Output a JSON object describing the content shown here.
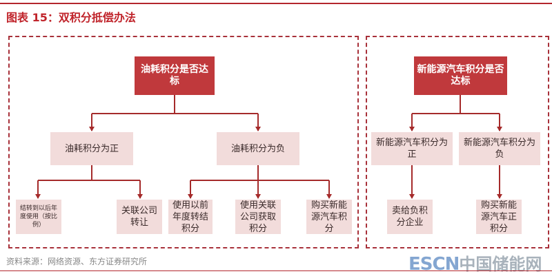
{
  "title": "图表 15：双积分抵偿办法",
  "left_panel": {
    "root": "油耗积分是否达标",
    "positive": "油耗积分为正",
    "negative": "油耗积分为负",
    "positive_leaves": [
      "结转到以后年度使用（按比例）",
      "关联公司转让"
    ],
    "negative_leaves": [
      "使用以前年度转结积分",
      "使用关联公司获取积分",
      "购买新能源汽车积分"
    ]
  },
  "right_panel": {
    "root": "新能源汽车积分是否达标",
    "positive": "新能源汽车积分为正",
    "negative": "新能源汽车积分为负",
    "positive_leaf": "卖给负积分企业",
    "negative_leaf": "购买新能源汽车正积分"
  },
  "source": "资料来源：网络资源、东方证券研究所",
  "watermark": {
    "latin": "ESCN",
    "cn": "中国储能网"
  },
  "colors": {
    "accent": "#c0242b",
    "root_box": "#c0393c",
    "node_box": "#f2dcdb",
    "connector": "#a52a2a"
  }
}
